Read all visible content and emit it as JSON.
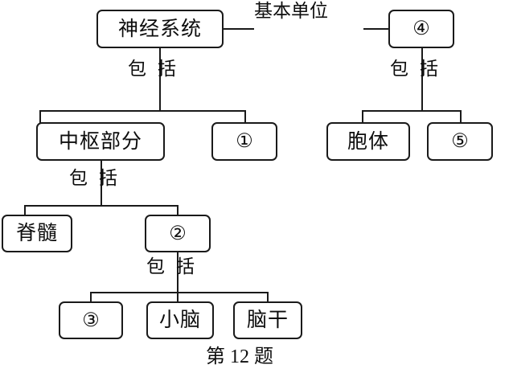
{
  "diagram": {
    "type": "tree",
    "caption": "第 12 题",
    "nodes": {
      "root": "神经系统",
      "unit": "④",
      "central": "中枢部分",
      "blank1": "①",
      "soma": "胞体",
      "blank5": "⑤",
      "spinal": "脊髓",
      "blank2": "②",
      "blank3": "③",
      "cerebellum": "小脑",
      "brainstem": "脑干"
    },
    "edge_labels": {
      "basic_unit": "基本单位",
      "includes_root": {
        "a": "包",
        "b": "括"
      },
      "includes_unit": {
        "a": "包",
        "b": "括"
      },
      "includes_central": {
        "a": "包",
        "b": "括"
      },
      "includes_blank2": {
        "a": "包",
        "b": "括"
      }
    }
  }
}
